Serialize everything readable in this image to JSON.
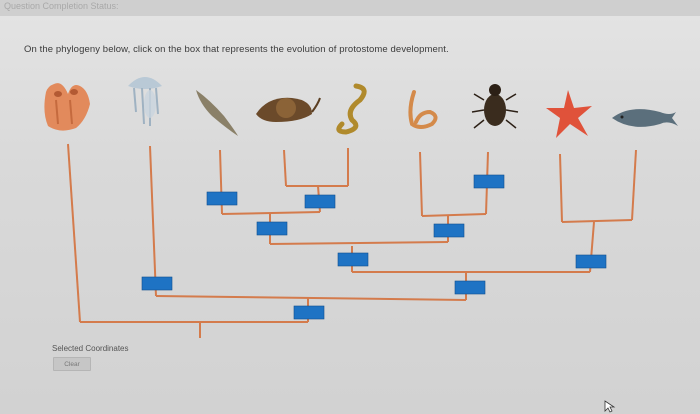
{
  "header": {
    "status_label": "Question Completion Status:"
  },
  "question": {
    "text": "On the phylogeny below, click on the box that represents the evolution of protostome development."
  },
  "coordinates": {
    "label": "Selected Coordinates",
    "clear_label": "Clear"
  },
  "colors": {
    "branch": "#d47b4c",
    "box": "#1e73c4",
    "box_border": "#0f4f8e"
  },
  "organisms": [
    {
      "name": "sponge-icon"
    },
    {
      "name": "jellyfish-icon"
    },
    {
      "name": "flatworm-icon"
    },
    {
      "name": "snail-icon"
    },
    {
      "name": "annelid-worm-icon"
    },
    {
      "name": "nematode-icon"
    },
    {
      "name": "beetle-icon"
    },
    {
      "name": "sea-star-icon"
    },
    {
      "name": "fish-icon"
    }
  ]
}
